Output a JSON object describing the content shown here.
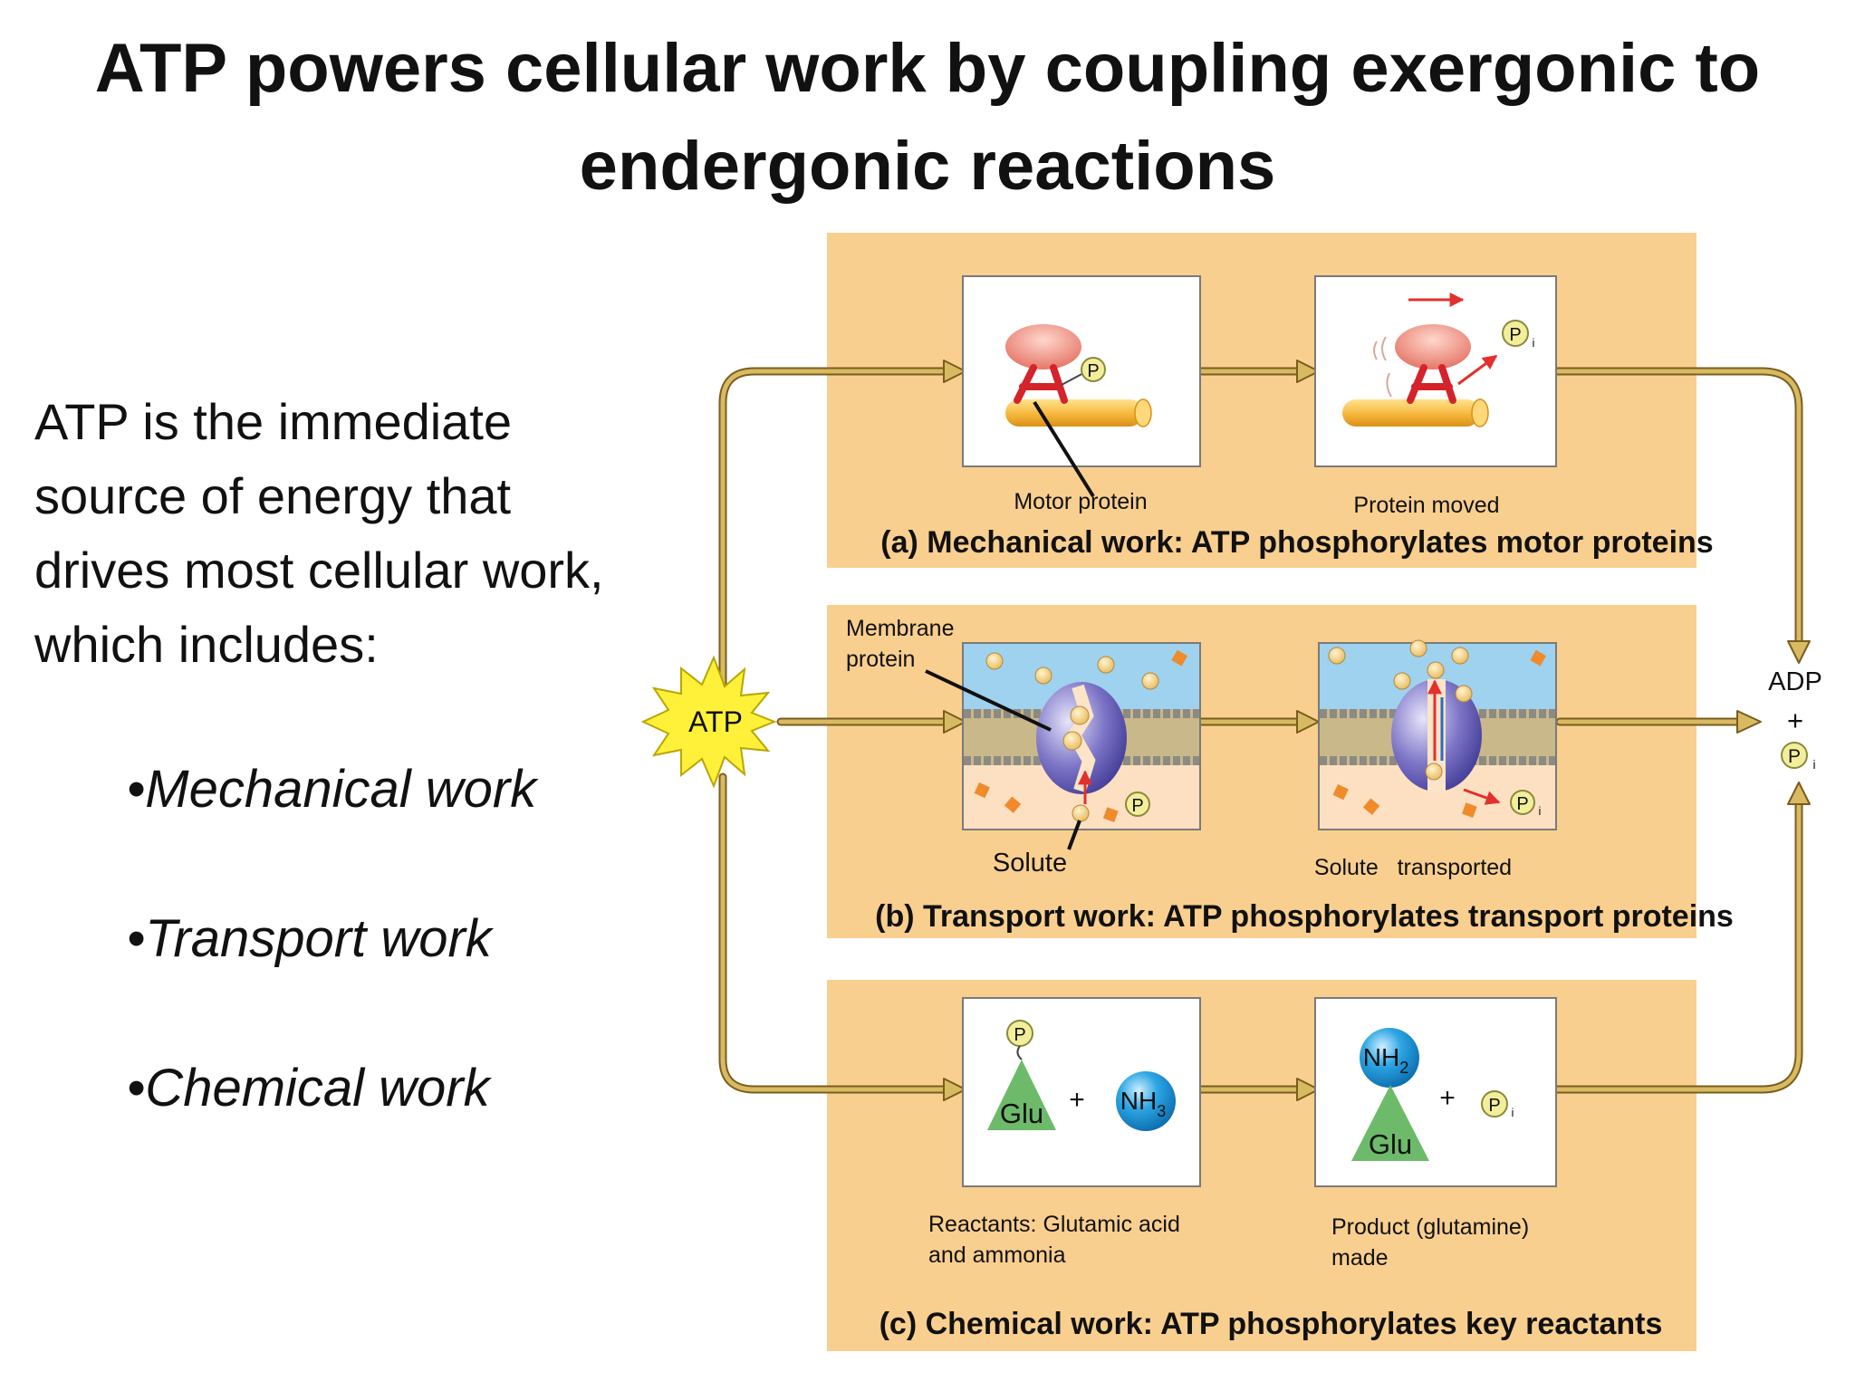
{
  "slide": {
    "title": "ATP powers cellular work by coupling exergonic to endergonic reactions",
    "intro": "ATP is the immediate source of energy that drives most cellular work, which includes:",
    "bullets": [
      "•Mechanical work",
      "•Transport work",
      "•Chemical work"
    ]
  },
  "diagram": {
    "atp_label": "ATP",
    "adp_label": "ADP",
    "plus_sign": "+",
    "p_label": "P",
    "i_sub": "i",
    "panel_a": {
      "caption": "(a) Mechanical work: ATP phosphorylates motor proteins",
      "left_label": "Motor protein",
      "right_label": "Protein moved"
    },
    "panel_b": {
      "caption": "(b) Transport work: ATP phosphorylates transport proteins",
      "membrane_label_1": "Membrane",
      "membrane_label_2": "protein",
      "solute_label": "Solute",
      "right_label": "Solute   transported"
    },
    "panel_c": {
      "caption": "(c) Chemical work: ATP phosphorylates key reactants",
      "glu_label": "Glu",
      "nh3_main": "NH",
      "nh3_sub": "3",
      "nh2_main": "NH",
      "nh2_sub": "2",
      "left_label_1": "Reactants: Glutamic acid",
      "left_label_2": "and ammonia",
      "right_label_1": "Product (glutamine)",
      "right_label_2": "made"
    }
  },
  "colors": {
    "panel_bg": "#f9cf8f",
    "arrow": "#d8ba62",
    "arrow_edge": "#7a5d1e",
    "atp_star": "#fff13a",
    "phosphate": "#f3ee9c",
    "glu": "#6dbb6a",
    "nh": "#2aa6e2",
    "motor": "#ee8f80",
    "membrane_top": "#9ed2ee",
    "transporter": "#6c66b8",
    "red_arrow": "#e2302c"
  }
}
